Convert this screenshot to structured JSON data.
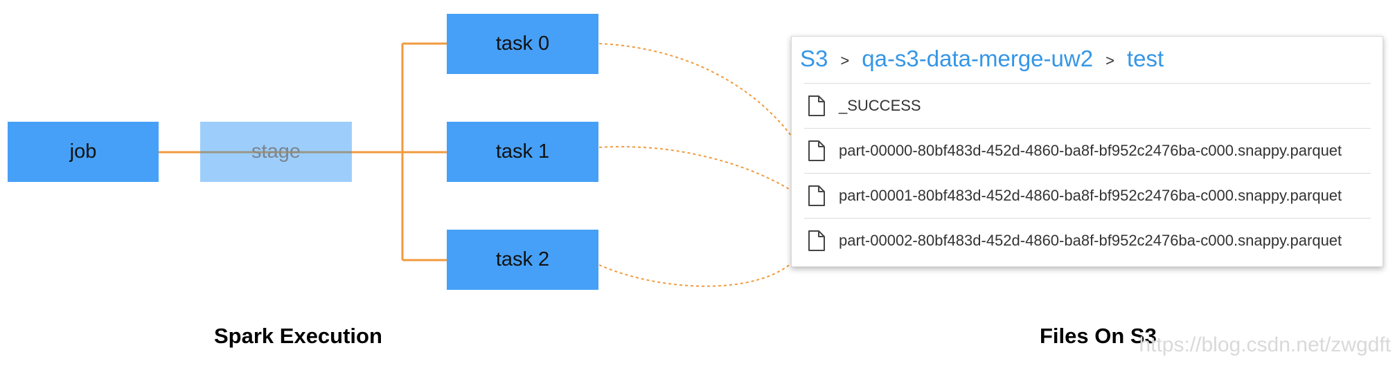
{
  "spark": {
    "job_label": "job",
    "stage_label": "stage",
    "tasks": [
      "task 0",
      "task 1",
      "task 2"
    ],
    "caption": "Spark Execution"
  },
  "s3": {
    "breadcrumb": [
      "S3",
      "qa-s3-data-merge-uw2",
      "test"
    ],
    "breadcrumb_separator": ">",
    "files": [
      "_SUCCESS",
      "part-00000-80bf483d-452d-4860-ba8f-bf952c2476ba-c000.snappy.parquet",
      "part-00001-80bf483d-452d-4860-ba8f-bf952c2476ba-c000.snappy.parquet",
      "part-00002-80bf483d-452d-4860-ba8f-bf952c2476ba-c000.snappy.parquet"
    ],
    "caption": "Files On S3"
  },
  "watermark": "https://blog.csdn.net/zwgdft",
  "colors": {
    "box": "#46a0f7",
    "stage_box": "#8cc6fa",
    "connector": "#f09a3e",
    "link": "#3596e6"
  },
  "icons": {
    "file": "file-icon"
  }
}
